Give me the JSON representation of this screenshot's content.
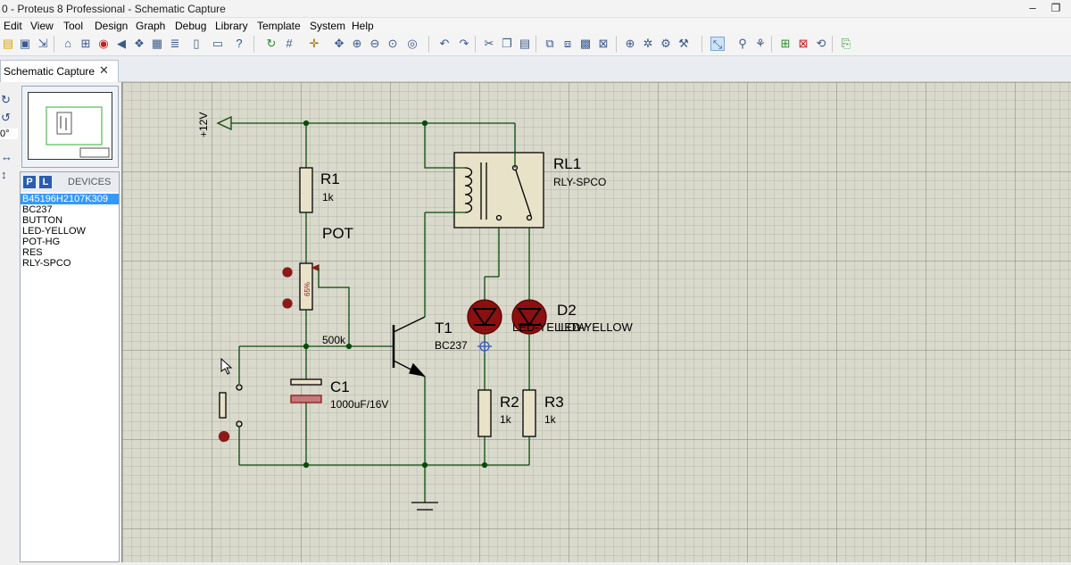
{
  "window": {
    "title": "0 - Proteus 8 Professional - Schematic Capture"
  },
  "menu": [
    "Edit",
    "View",
    "Tool",
    "Design",
    "Graph",
    "Debug",
    "Library",
    "Template",
    "System",
    "Help"
  ],
  "tab": {
    "label": "Schematic Capture",
    "close": "✕"
  },
  "rotation": {
    "angle": "0°"
  },
  "devices": {
    "p_btn": "P",
    "l_btn": "L",
    "header": "DEVICES",
    "items": [
      "B45196H2107K309",
      "BC237",
      "BUTTON",
      "LED-YELLOW",
      "POT-HG",
      "RES",
      "RLY-SPCO"
    ]
  },
  "schematic": {
    "supply": "+12V",
    "r1": {
      "ref": "R1",
      "value": "1k"
    },
    "pot": {
      "ref": "POT",
      "value": "500k",
      "percent": "65%"
    },
    "c1": {
      "ref": "C1",
      "value": "1000uF/16V"
    },
    "t1": {
      "ref": "T1",
      "value": "BC237"
    },
    "rl1": {
      "ref": "RL1",
      "value": "RLY-SPCO"
    },
    "d2": {
      "ref": "D2",
      "value": "LED-YELLOW"
    },
    "d1_overlap": "LED-YELLOW",
    "r2": {
      "ref": "R2",
      "value": "1k"
    },
    "r3": {
      "ref": "R3",
      "value": "1k"
    }
  }
}
